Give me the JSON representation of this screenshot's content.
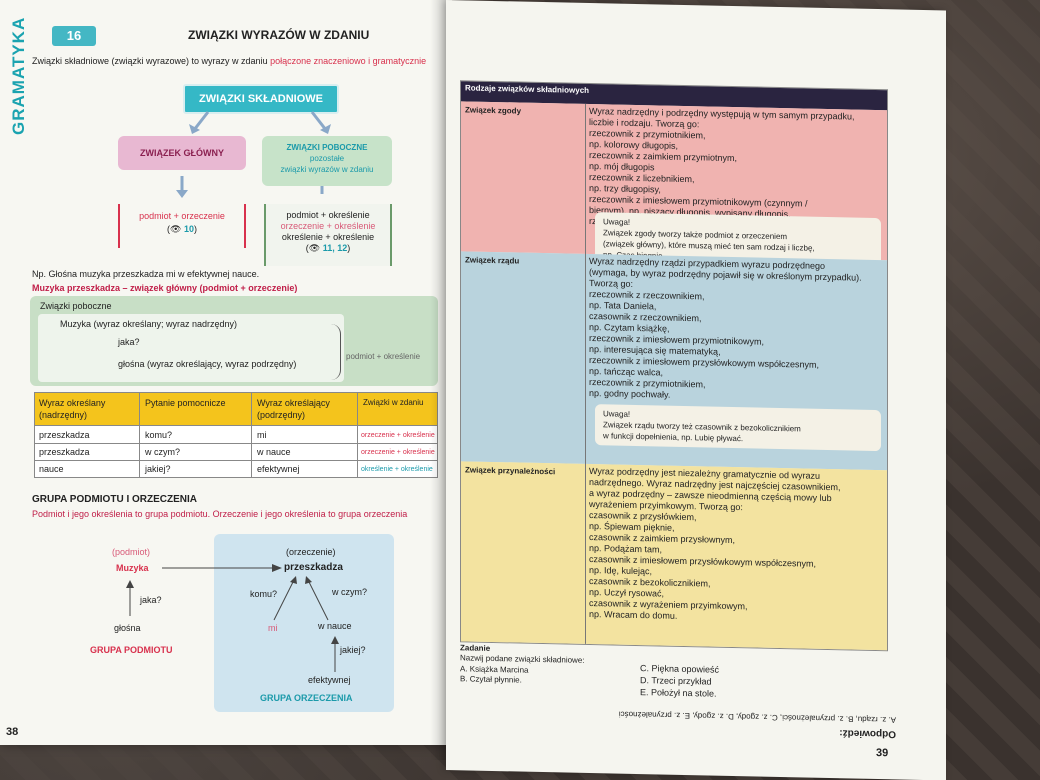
{
  "left_page": {
    "side_label": "GRAMATYKA",
    "section_number": "16",
    "title": "ZWIĄZKI WYRAZÓW W ZDANIU",
    "intro_text": "Związki składniowe (związki wyrazowe) to wyrazy w zdaniu",
    "intro_highlight": "połączone znaczeniowo i gramatycznie",
    "diagram": {
      "top": "ZWIĄZKI SKŁADNIOWE",
      "main": "ZWIĄZEK GŁÓWNY",
      "side_line1": "ZWIĄZKI POBOCZNE",
      "side_line2": "pozostałe",
      "side_line3": "związki wyrazów w zdaniu",
      "main_box_line1": "podmiot + orzeczenie",
      "main_box_ref": "10",
      "side_box_line1": "podmiot + określenie",
      "side_box_line2": "orzeczenie + określenie",
      "side_box_line3": "określenie + określenie",
      "side_box_ref": "11, 12"
    },
    "example_sentence": "Np. Głośna muzyka przeszkadza mi w efektywnej nauce.",
    "example_main": "Muzyka przeszkadza – związek główny (podmiot + orzeczenie)",
    "side_links": {
      "title": "Związki poboczne",
      "line1": "Muzyka  (wyraz określany; wyraz nadrzędny)",
      "line2": "jaka?",
      "line3": "głośna  (wyraz określający, wyraz podrzędny)",
      "bracket_label": "podmiot + określenie"
    },
    "table": {
      "headers": [
        "Wyraz określany (nadrzędny)",
        "Pytanie pomocnicze",
        "Wyraz określający (podrzędny)",
        "Związki w zdaniu"
      ],
      "rows": [
        [
          "przeszkadza",
          "komu?",
          "mi",
          "orzeczenie + określenie"
        ],
        [
          "przeszkadza",
          "w czym?",
          "w nauce",
          "orzeczenie + określenie"
        ],
        [
          "nauce",
          "jakiej?",
          "efektywnej",
          "określenie + określenie"
        ]
      ]
    },
    "group_title": "GRUPA PODMIOTU I ORZECZENIA",
    "group_text": "Podmiot i jego określenia to grupa podmiotu. Orzeczenie i jego określenia to grupa orzeczenia",
    "group_diagram": {
      "subject_tag": "(podmiot)",
      "subject": "Muzyka",
      "question1": "jaka?",
      "word1": "głośna",
      "subject_group": "GRUPA PODMIOTU",
      "predicate_tag": "(orzeczenie)",
      "predicate": "przeszkadza",
      "question2": "komu?",
      "question3": "w czym?",
      "word2": "mi",
      "word3": "w nauce",
      "question4": "jakiej?",
      "word4": "efektywnej",
      "predicate_group": "GRUPA ORZECZENIA"
    },
    "page_number": "38"
  },
  "right_page": {
    "header": "Rodzaje związków składniowych",
    "sections": [
      {
        "label": "Związek zgody",
        "color": "#f0b3b0",
        "lines": [
          "Wyraz nadrzędny i podrzędny występują w tym samym przypadku,",
          "liczbie i rodzaju. Tworzą go:",
          "rzeczownik z przymiotnikiem,",
          "np. kolorowy długopis,",
          "rzeczownik z zaimkiem przymiotnym,",
          "np. mój długopis",
          "rzeczownik z liczebnikiem,",
          "np. trzy długopisy,",
          "rzeczownik z imiesłowem przymiotnikowym (czynnym /",
          "biernym), np. piszący długopis, wypisany długopis,",
          "rzeczownik z rzeczownikiem, np. rzeka Warta,"
        ],
        "note": [
          "Uwaga!",
          "Związek zgody tworzy także podmiot z orzeczeniem",
          "(związek główny), które muszą mieć ten sam rodzaj i liczbę,",
          "np. Czas biegnie."
        ]
      },
      {
        "label": "Związek rządu",
        "color": "#b9d3dd",
        "lines": [
          "Wyraz nadrzędny rządzi przypadkiem wyrazu podrzędnego",
          "(wymaga, by wyraz podrzędny pojawił się w określonym przypadku).",
          "Tworzą go:",
          "rzeczownik z rzeczownikiem,",
          "np. Tata Daniela,",
          "czasownik z rzeczownikiem,",
          "np. Czytam książkę,",
          "rzeczownik z imiesłowem przymiotnikowym,",
          "np. interesująca się matematyką,",
          "rzeczownik z imiesłowem przysłówkowym współczesnym,",
          "np. tańcząc walca,",
          "rzeczownik z przymiotnikiem,",
          "np. godny pochwały."
        ],
        "note": [
          "Uwaga!",
          "Związek rządu tworzy też czasownik z bezokolicznikiem",
          "w funkcji dopełnienia, np. Lubię pływać."
        ]
      },
      {
        "label": "Związek przynależności",
        "color": "#f3e3a0",
        "lines": [
          "Wyraz podrzędny jest niezależny gramatycznie od wyrazu",
          "nadrzędnego. Wyraz nadrzędny jest najczęściej czasownikiem,",
          "a wyraz podrzędny – zawsze nieodmienną częścią mowy lub",
          "wyrażeniem przyimkowym. Tworzą go:",
          "czasownik z przysłówkiem,",
          "np. Śpiewam pięknie,",
          "czasownik z zaimkiem przysłownym,",
          "np. Podążam tam,",
          "czasownik z imiesłowem przysłówkowym współczesnym,",
          "np. Idę, kulejąc,",
          "czasownik z bezokolicznikiem,",
          "np. Uczył rysować,",
          "czasownik z wyrażeniem przyimkowym,",
          "np. Wracam do domu."
        ]
      }
    ],
    "task": {
      "title": "Zadanie",
      "instruction": "Nazwij podane związki składniowe:",
      "items_left": [
        "A. Książka Marcina",
        "B. Czytał płynnie."
      ],
      "items_right": [
        "C. Piękna opowieść",
        "D. Trzeci przykład",
        "E. Położył na stole."
      ]
    },
    "answers_label": "Odpowiedź:",
    "answers_text": "A. z. rządu, B. z. przynależności, C. z. zgody, D. z. zgody, E. z. przynależności",
    "page_number": "39"
  }
}
